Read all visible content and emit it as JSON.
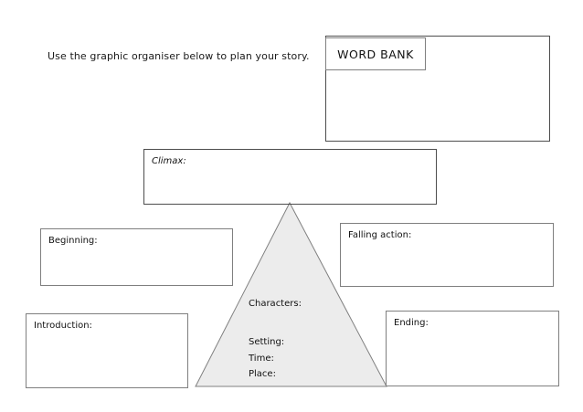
{
  "page": {
    "instruction": "Use the graphic organiser below to plan your story."
  },
  "word_bank": {
    "title": "WORD BANK"
  },
  "boxes": {
    "climax": {
      "label": "Climax:"
    },
    "beginning": {
      "label": "Beginning:"
    },
    "falling_action": {
      "label": "Falling action:"
    },
    "introduction": {
      "label": "Introduction:"
    },
    "ending": {
      "label": "Ending:"
    }
  },
  "triangle": {
    "labels": {
      "characters": "Characters:",
      "setting": "Setting:",
      "time": "Time:",
      "place": "Place:"
    }
  },
  "colors": {
    "triangle_fill": "#ececec",
    "triangle_stroke": "#808080",
    "box_border": "#7f7f7f",
    "box_border_dark": "#4d4d4d",
    "text": "#111111"
  }
}
